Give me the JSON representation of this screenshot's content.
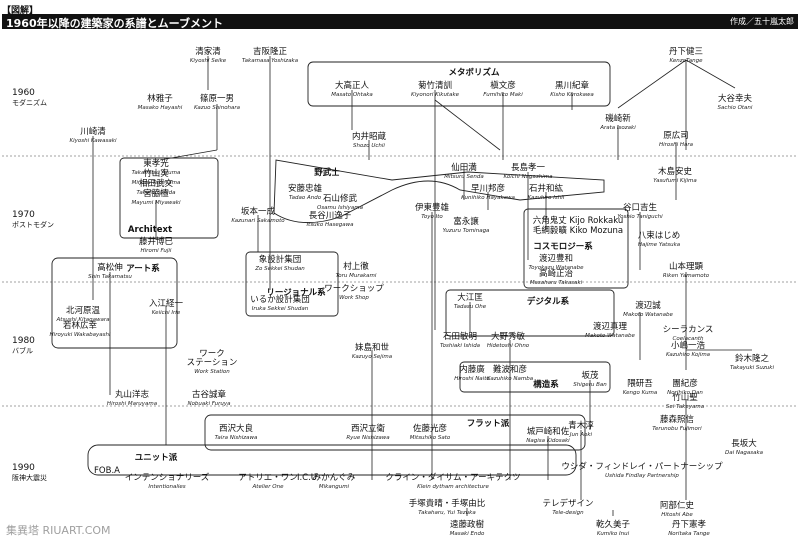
{
  "header": {
    "tag": "【図解】",
    "title": "1960年以降の建築家の系譜とムーブメント",
    "credit": "作成／五十嵐太郎"
  },
  "years": [
    {
      "year": "1960",
      "label": "モダニズム"
    },
    {
      "year": "1970",
      "label": "ポストモダン"
    },
    {
      "year": "1980",
      "label": "バブル"
    },
    {
      "year": "1990",
      "label": "阪神大震災"
    }
  ],
  "groups": {
    "metabolism": "メタボリズム",
    "nobushi": "野武士",
    "architext": "Architext",
    "art": "アート系",
    "cosmology": "コスモロジー系",
    "regional": "リージョナル系",
    "digital": "デジタル系",
    "structural": "構造系",
    "flat": "フラット派",
    "unit": "ユニット派"
  },
  "architects": [
    {
      "jp": "清家清",
      "en": "Kiyoshi Seike"
    },
    {
      "jp": "吉阪隆正",
      "en": "Takamasa Yoshizaka"
    },
    {
      "jp": "丹下健三",
      "en": "KenzoTange"
    },
    {
      "jp": "大高正人",
      "en": "Masato Ohtaka"
    },
    {
      "jp": "菊竹清訓",
      "en": "Kiyonori Kikutake"
    },
    {
      "jp": "槇文彦",
      "en": "Fumihiko Maki"
    },
    {
      "jp": "黒川紀章",
      "en": "Kisho Kurokawa"
    },
    {
      "jp": "林雅子",
      "en": "Masako Hayashi"
    },
    {
      "jp": "篠原一男",
      "en": "Kazuo Shinohara"
    },
    {
      "jp": "大谷幸夫",
      "en": "Sachio Otani"
    },
    {
      "jp": "磯崎新",
      "en": "Arata Isozaki"
    },
    {
      "jp": "川崎清",
      "en": "Kiyoshi Kawasaki"
    },
    {
      "jp": "内井昭蔵",
      "en": "Shozo Uchii"
    },
    {
      "jp": "原広司",
      "en": "Hiroshi Hara"
    },
    {
      "jp": "仙田満",
      "en": "Mitsuru Senda"
    },
    {
      "jp": "長島孝一",
      "en": "Koichi Nagashima"
    },
    {
      "jp": "木島安史",
      "en": "Yasufumi Kijima"
    },
    {
      "jp": "東孝光",
      "en": "Takamitsu Azuma"
    },
    {
      "jp": "竹山実",
      "en": "Minoru Takeyama"
    },
    {
      "jp": "相田武文",
      "en": "Takefumi Aida"
    },
    {
      "jp": "宮脇檀",
      "en": "Mayumi Miyawaki"
    },
    {
      "jp": "安藤忠雄",
      "en": "Tadao Ando"
    },
    {
      "jp": "石山修武",
      "en": "Osamu Ishiyama"
    },
    {
      "jp": "早川邦彦",
      "en": "Kunihiko Hayakawa"
    },
    {
      "jp": "石井和紘",
      "en": "Kazuhiro Ishii"
    },
    {
      "jp": "長谷川逸子",
      "en": "Itsuko Hasegawa"
    },
    {
      "jp": "伊東豊雄",
      "en": "Toyo Ito"
    },
    {
      "jp": "谷口吉生",
      "en": "Yoshio Taniguchi"
    },
    {
      "jp": "藤井博巳",
      "en": "Hiromi Fujii"
    },
    {
      "jp": "坂本一成",
      "en": "Kazunari Sakamoto"
    },
    {
      "jp": "富永譲",
      "en": "Yuzuru Tominaga"
    },
    {
      "jp": "六角鬼丈 Kijo Rokkaku",
      "en": ""
    },
    {
      "jp": "毛綱毅曠 Kiko Mozuna",
      "en": ""
    },
    {
      "jp": "八束はじめ",
      "en": "Hajime Yatsuka"
    },
    {
      "jp": "渡辺豊和",
      "en": "Toyokazu Watanabe"
    },
    {
      "jp": "高崎正治",
      "en": "Masaharu Takasaki"
    },
    {
      "jp": "高松伸",
      "en": "Shin Takamatsu"
    },
    {
      "jp": "象設計集団",
      "en": "Zo Sekkei Shudan"
    },
    {
      "jp": "村上徹",
      "en": "Toru Murakami"
    },
    {
      "jp": "山本理顕",
      "en": "Riken Yamamoto"
    },
    {
      "jp": "入江経一",
      "en": "Keiichi Irie"
    },
    {
      "jp": "いるか設計集団",
      "en": "Iruka Sekkei Shudan"
    },
    {
      "jp": "大江匡",
      "en": "Tadasu Ohe"
    },
    {
      "jp": "渡辺誠",
      "en": "Makoto Watanabe"
    },
    {
      "jp": "北河原温",
      "en": "Atsushi Kitagawara"
    },
    {
      "jp": "若林広幸",
      "en": "Hiroyuki Wakabayashi"
    },
    {
      "jp": "石田敏明",
      "en": "Toshiaki Ishida"
    },
    {
      "jp": "渡辺真理",
      "en": "Makoto Watanabe"
    },
    {
      "jp": "シーラカンス",
      "en": "Coelacanth"
    },
    {
      "jp": "小嶋一浩",
      "en": "Kazuhiro Kojima"
    },
    {
      "jp": "大野秀敏",
      "en": "Hidetoshi Ohno"
    },
    {
      "jp": "妹島和世",
      "en": "Kazuyo Sejima"
    },
    {
      "jp": "鈴木隆之",
      "en": "Takayuki Suzuki"
    },
    {
      "jp": "内藤廣",
      "en": "Hiroshi Naito"
    },
    {
      "jp": "難波和彦",
      "en": "Kazuhiko Namba"
    },
    {
      "jp": "坂茂",
      "en": "Shigeru Ban"
    },
    {
      "jp": "隈研吾",
      "en": "Kengo Kuma"
    },
    {
      "jp": "丸山洋志",
      "en": "Hiroshi Maruyama"
    },
    {
      "jp": "古谷誠章",
      "en": "Nobuaki Furuya"
    },
    {
      "jp": "團紀彦",
      "en": "Norihiko Dan"
    },
    {
      "jp": "妹島和世",
      "en": "Kazuyo Sejima"
    },
    {
      "jp": "竹山聖",
      "en": "Sei Takeyama"
    },
    {
      "jp": "西沢大良",
      "en": "Taira Nishizawa"
    },
    {
      "jp": "西沢立衛",
      "en": "Ryue Nishizawa"
    },
    {
      "jp": "佐藤光彦",
      "en": "Mitsuhiko Sato"
    },
    {
      "jp": "青木淳",
      "en": "Jun Aoki"
    },
    {
      "jp": "藤森照信",
      "en": "Terunobu Fujimori"
    },
    {
      "jp": "城戸崎和佐",
      "en": "Nagisa Kidosaki"
    },
    {
      "jp": "アトリエ・ワン",
      "en": "Atelier One"
    },
    {
      "jp": "みかんぐみ",
      "en": "Mikangumi"
    },
    {
      "jp": "クライン・ダイサム・アーキテクツ",
      "en": "Klein dytham architecture"
    },
    {
      "jp": "ウシダ・フィンドレイ・パートナーシップ",
      "en": "Ushida Findlay Partnership"
    },
    {
      "jp": "長坂大",
      "en": "Dai Nagasaka"
    },
    {
      "jp": "インテンショナリーズ",
      "en": "Intentionalies"
    },
    {
      "jp": "I.C.U",
      "en": ""
    },
    {
      "jp": "手塚貴晴・手塚由比",
      "en": "Takaharu, Yui Tezuka"
    },
    {
      "jp": "テレデザイン",
      "en": "Tele-design"
    },
    {
      "jp": "遠藤政樹",
      "en": "Masaki Endo"
    },
    {
      "jp": "乾久美子",
      "en": "Kumiko Inui"
    },
    {
      "jp": "阿部仁史",
      "en": "Hitoshi Abe"
    },
    {
      "jp": "丹下憲孝",
      "en": "Noritaka Tange"
    }
  ],
  "plain_labels": {
    "work_station": "ワーク\nステーション",
    "work_station_en": "Work Station",
    "work_shop": "ワークショップ",
    "work_shop_en": "Work Shop",
    "foba": "FOB.A"
  },
  "watermark": "集異塔 RIUART.COM"
}
